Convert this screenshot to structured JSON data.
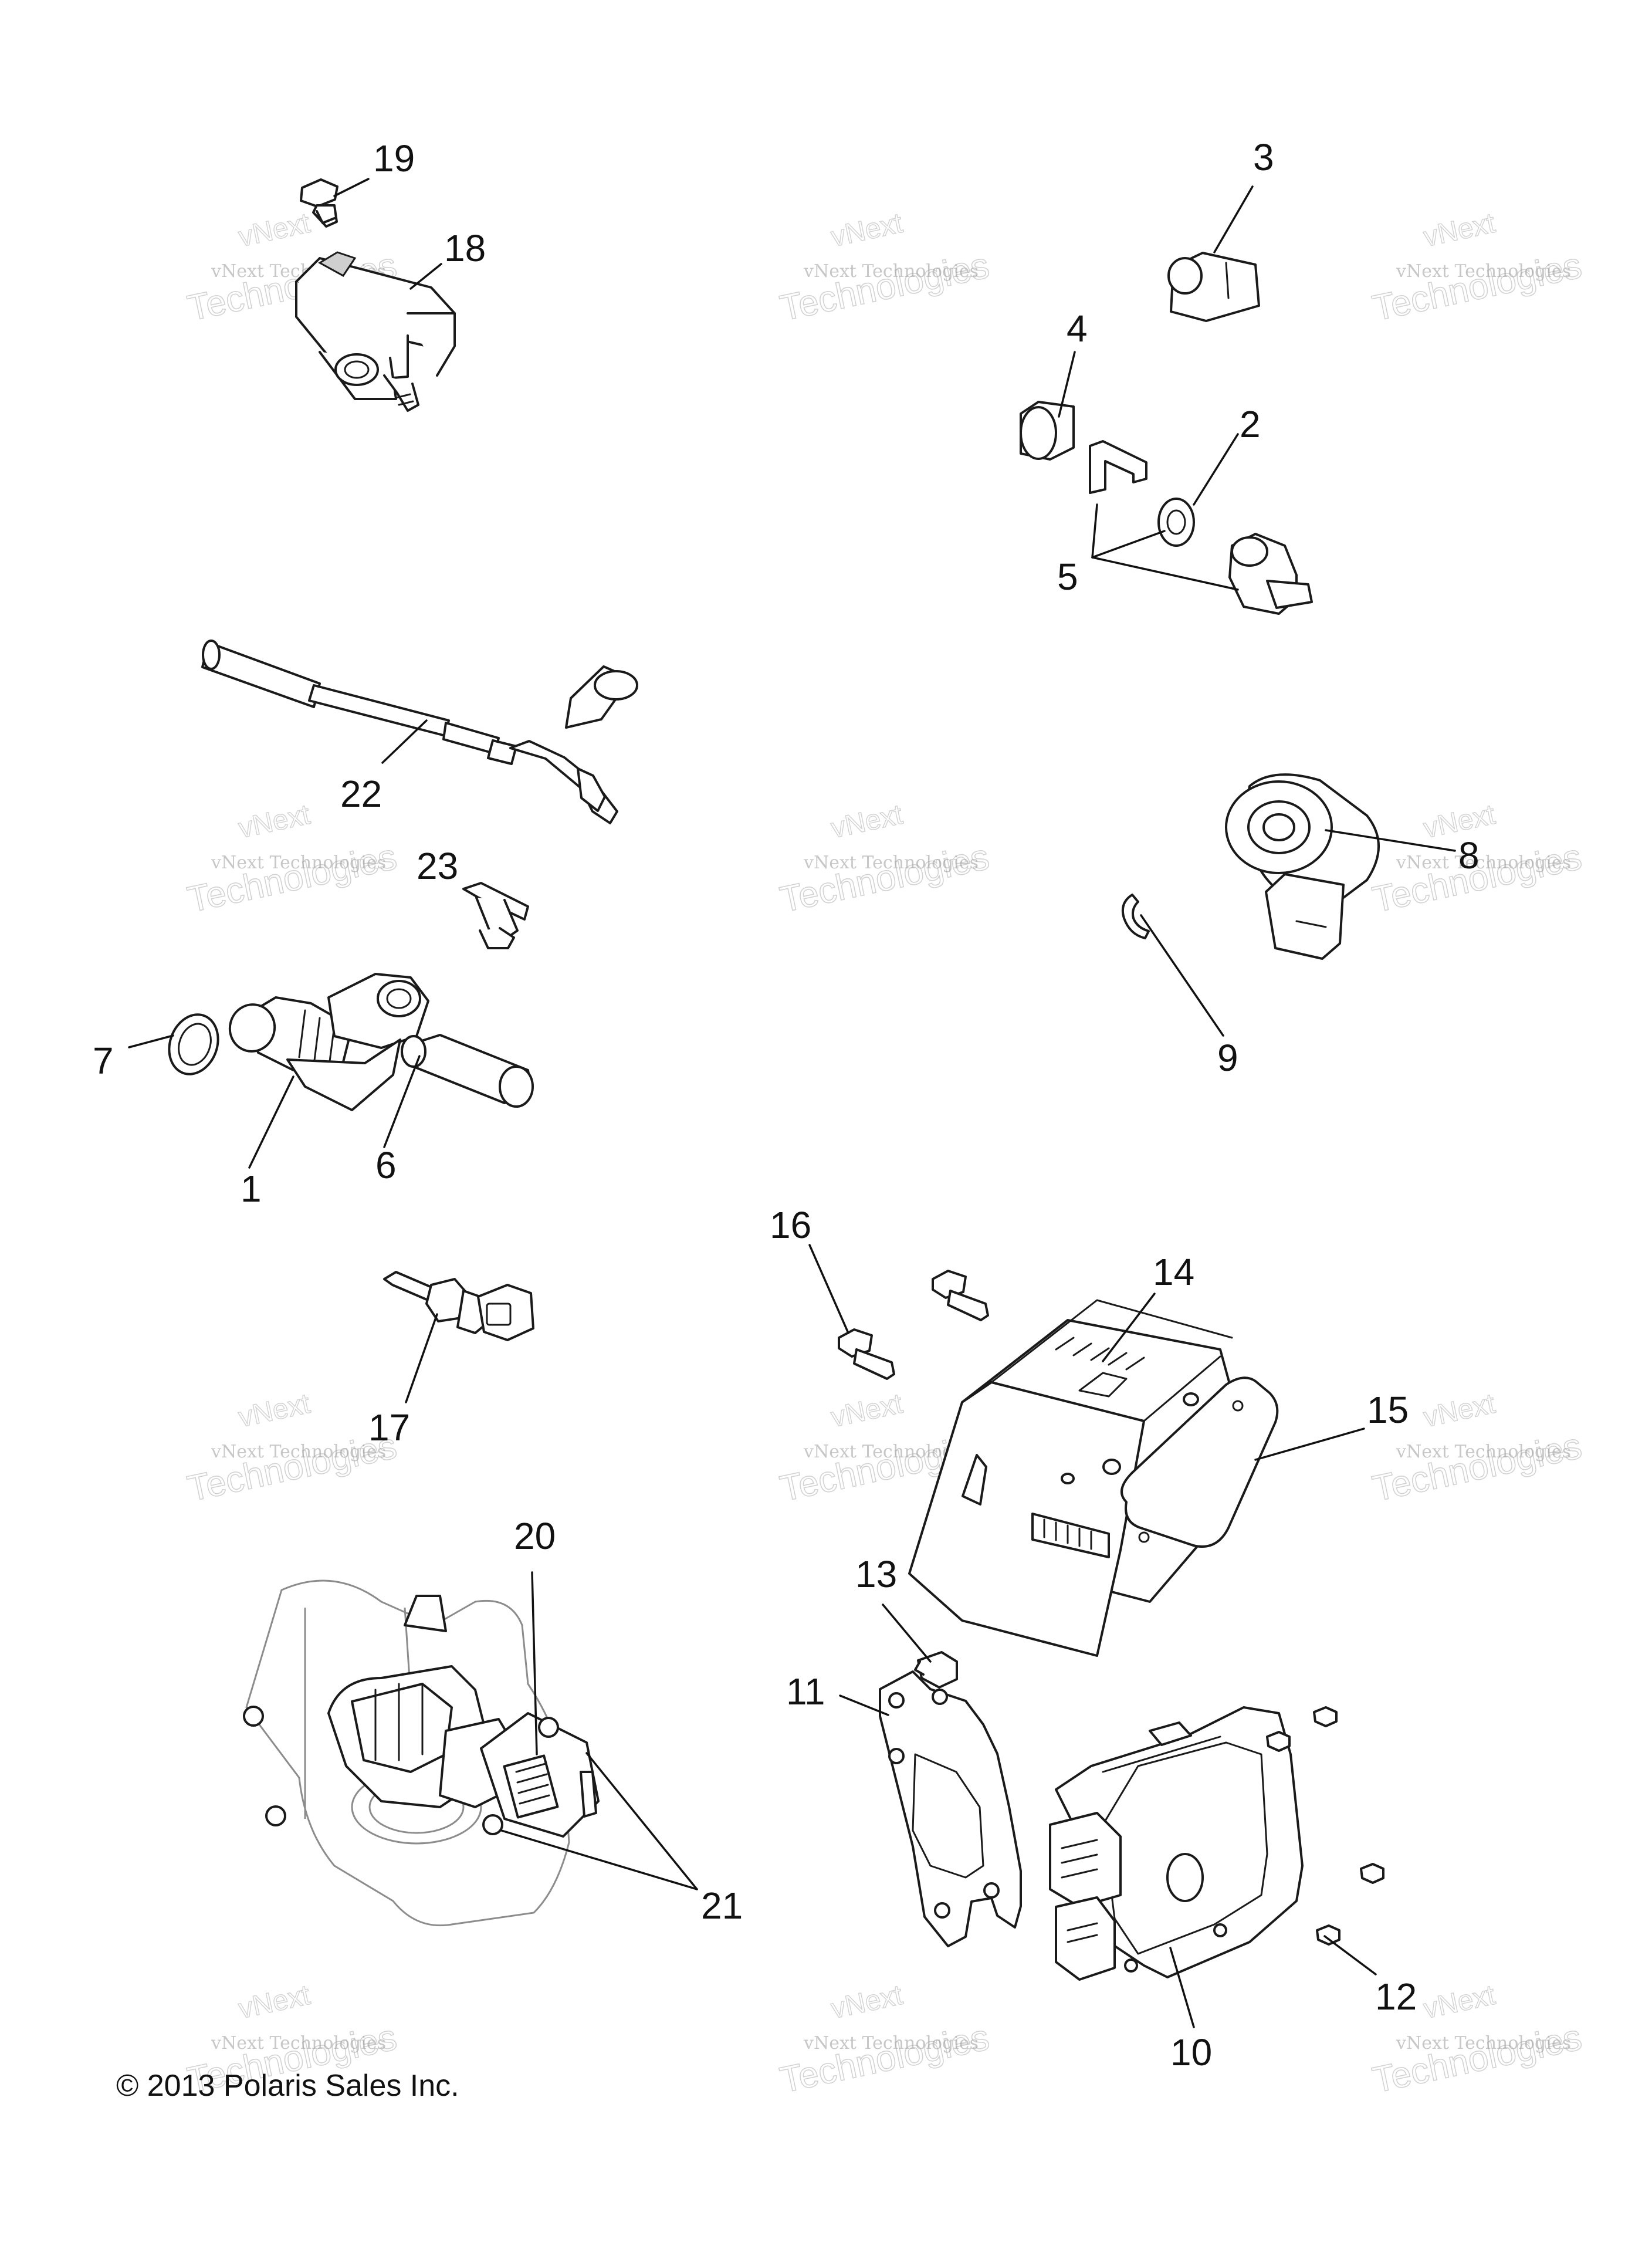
{
  "callouts": {
    "c1": "1",
    "c2": "2",
    "c3": "3",
    "c4": "4",
    "c5": "5",
    "c6": "6",
    "c7": "7",
    "c8": "8",
    "c9": "9",
    "c10": "10",
    "c11": "11",
    "c12": "12",
    "c13": "13",
    "c14": "14",
    "c15": "15",
    "c16": "16",
    "c17": "17",
    "c18": "18",
    "c19": "19",
    "c20": "20",
    "c21": "21",
    "c22": "22",
    "c23": "23"
  },
  "watermark": {
    "line1": "vNext Technologies",
    "line2": "Technologies",
    "line3": "vNext"
  },
  "copyright": "© 2013 Polaris Sales Inc."
}
